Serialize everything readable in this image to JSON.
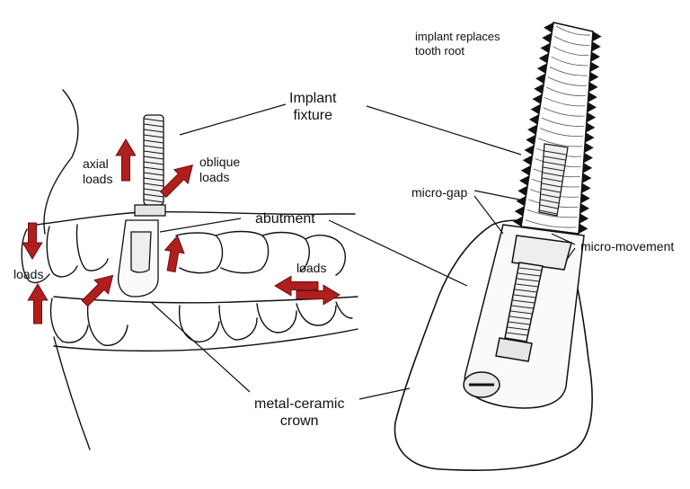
{
  "labels": {
    "implant_fixture_line1": "Implant",
    "implant_fixture_line2": "fixture",
    "replaces_line1": "implant replaces",
    "replaces_line2": "tooth root",
    "axial_line1": "axial",
    "axial_line2": "loads",
    "oblique_line1": "oblique",
    "oblique_line2": "loads",
    "abutment": "abutment",
    "loads_left": "loads",
    "loads_right": "loads",
    "micro_gap": "micro-gap",
    "micro_movement": "micro-movement",
    "crown_line1": "metal-ceramic",
    "crown_line2": "crown"
  },
  "colors": {
    "arrow_fill": "#b01e1e",
    "arrow_stroke": "#6e0f0f",
    "line": "#111111",
    "thread": "#111111",
    "tooth_fill": "#ffffff",
    "metal_fill": "#ececec"
  }
}
